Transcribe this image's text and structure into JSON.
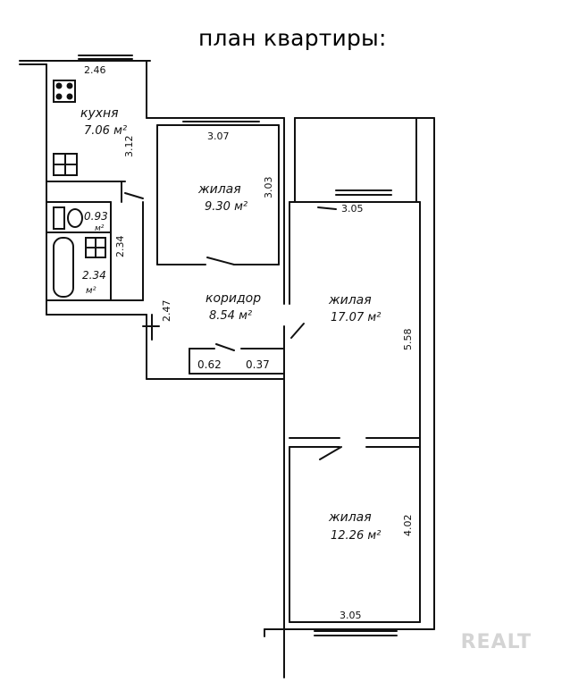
{
  "title": "план квартиры:",
  "rooms": {
    "kitchen": {
      "name": "кухня",
      "area": "7.06 м²"
    },
    "bedroom_small": {
      "name": "жилая",
      "area": "9.30 м²"
    },
    "living": {
      "name": "жилая",
      "area": "17.07 м²"
    },
    "bedroom_bottom": {
      "name": "жилая",
      "area": "12.26 м²"
    },
    "corridor": {
      "name": "коридор",
      "area": "8.54 м²"
    },
    "wc": {
      "area": "0.93",
      "unit": "м²"
    },
    "bath": {
      "area": "2.34",
      "unit": "м²"
    },
    "closet_a": {
      "area": "0.62"
    },
    "closet_b": {
      "area": "0.37"
    }
  },
  "dimensions": {
    "kitchen_width": "2.46",
    "kitchen_depth": "3.12",
    "small_room_width": "3.07",
    "small_room_depth": "3.03",
    "living_width": "3.05",
    "living_depth": "5.58",
    "bottom_room_width": "3.05",
    "bottom_room_depth": "4.02",
    "bath_depth": "2.34",
    "corridor_width": "2.47"
  },
  "watermark": "REALT",
  "colors": {
    "line": "#111111",
    "background": "#ffffff"
  }
}
